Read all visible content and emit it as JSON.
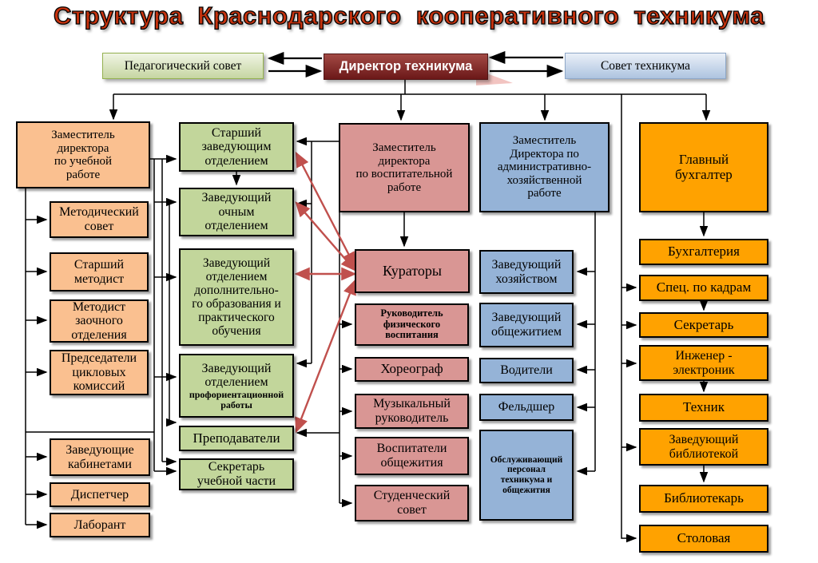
{
  "title": "Структура  Краснодарского  кооперативного  техникума",
  "colors": {
    "title": "#C5320E",
    "peach": "#FAC090",
    "green_node": "#C2D69B",
    "pink_node": "#D99694",
    "blue_node": "#95B3D7",
    "orange_node": "#FFA200",
    "red_line": "#C0504D"
  },
  "top_row": {
    "pedagogical_council": "Педагогический совет",
    "director": "Директор  техникума",
    "technikum_council": "Совет техникума"
  },
  "columns": {
    "academic": {
      "head": "Заместитель\nдиректора\nпо учебной\nработе",
      "items": [
        "Методический\nсовет",
        "Старший\nметодист",
        "Методист\nзаочного\nотделения",
        "Председатели\nцикловых\nкомиссий",
        "Заведующие\nкабинетами",
        "Диспетчер",
        "Лаборант"
      ]
    },
    "departments": {
      "items": [
        "Старший\nзаведующим\nотделением",
        "Заведующий\nочным\nотделением",
        "Заведующий\nотделением\nдополнительно-\nго образования и\nпрактического\nобучения",
        {
          "label": "Заведующий\nотделением",
          "sub": "профориентационной\nработы"
        },
        "Преподаватели",
        "Секретарь\nучебной  части"
      ]
    },
    "educational": {
      "head": "Заместитель\nдиректора\nпо воспитательной\nработе",
      "items": [
        "Кураторы",
        "Руководитель\nфизического\nвоспитания",
        "Хореограф",
        "Музыкальный\nруководитель",
        "Воспитатели\nобщежития",
        "Студенческий\nсовет"
      ]
    },
    "administrative": {
      "head": "Заместитель\nДиректора по\nадминистративно-\nхозяйственной\nработе",
      "items": [
        "Заведующий\nхозяйством",
        "Заведующий\nобщежитием",
        "Водители",
        "Фельдшер",
        "Обслуживающий\nперсонал\nтехникума и\nобщежития"
      ]
    },
    "accounting": {
      "head": "Главный\nбухгалтер",
      "items": [
        "Бухгалтерия",
        "Спец. по кадрам",
        "Секретарь",
        "Инженер -\nэлектроник",
        "Техник",
        "Заведующий\nбиблиотекой",
        "Библиотекарь",
        "Столовая"
      ]
    }
  }
}
